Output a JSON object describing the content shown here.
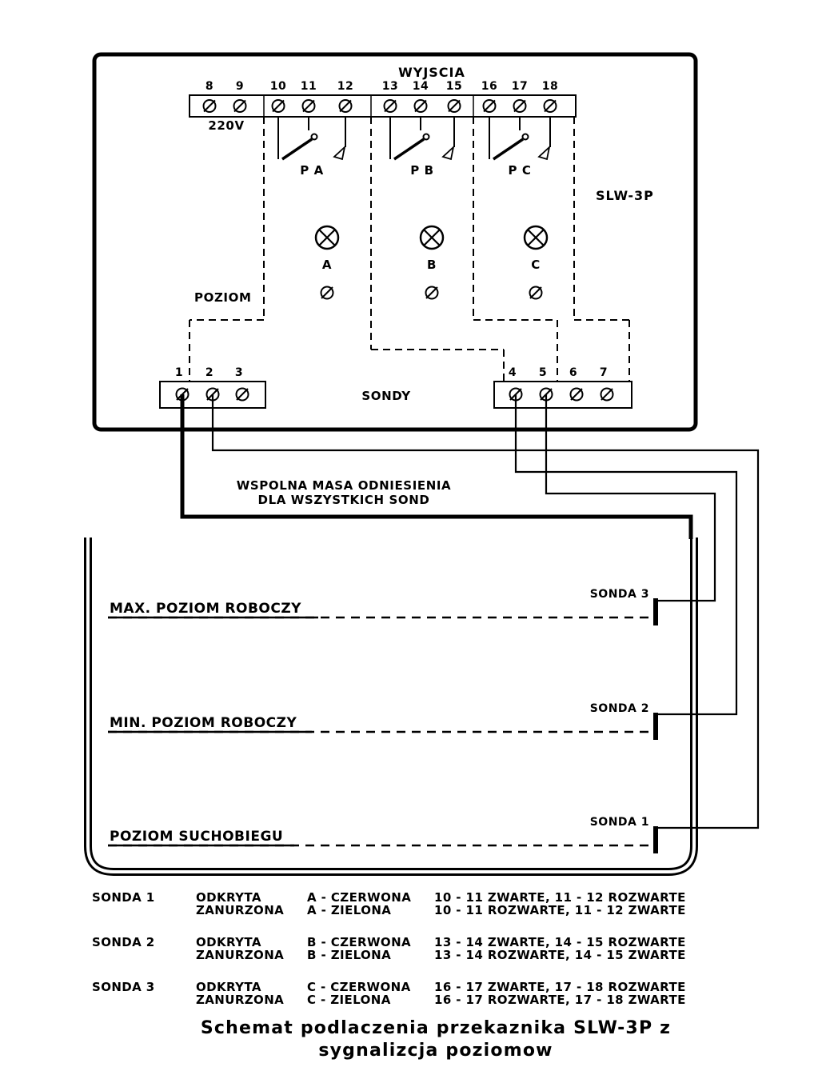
{
  "device": {
    "outputs_label": "WYJSCIA",
    "model_label": "SLW-3P",
    "voltage_label": "220V",
    "level_label": "POZIOM",
    "probes_label": "SONDY",
    "output_terminals": [
      "8",
      "9",
      "10",
      "11",
      "12",
      "13",
      "14",
      "15",
      "16",
      "17",
      "18"
    ],
    "relay_labels": [
      "P A",
      "P B",
      "P C"
    ],
    "lamp_labels": [
      "A",
      "B",
      "C"
    ],
    "probe_terminals_left": [
      "1",
      "2",
      "3"
    ],
    "probe_terminals_right": [
      "4",
      "5",
      "6",
      "7"
    ]
  },
  "wiring_note": {
    "line1": "WSPOLNA MASA ODNIESIENIA",
    "line2": "DLA WSZYSTKICH SOND"
  },
  "tank": {
    "levels": [
      {
        "label": "MAX. POZIOM ROBOCZY",
        "probe_label": "SONDA 3"
      },
      {
        "label": "MIN. POZIOM ROBOCZY",
        "probe_label": "SONDA 2"
      },
      {
        "label": "POZIOM SUCHOBIEGU",
        "probe_label": "SONDA 1"
      }
    ]
  },
  "legend": {
    "entries": [
      {
        "name": "SONDA 1",
        "state1": "ODKRYTA",
        "color1": "A - CZERWONA",
        "contacts1": "10 - 11 ZWARTE, 11 - 12 ROZWARTE",
        "state2": "ZANURZONA",
        "color2": "A - ZIELONA",
        "contacts2": "10 - 11 ROZWARTE, 11 - 12 ZWARTE"
      },
      {
        "name": "SONDA 2",
        "state1": "ODKRYTA",
        "color1": "B - CZERWONA",
        "contacts1": "13 - 14 ZWARTE, 14 - 15 ROZWARTE",
        "state2": "ZANURZONA",
        "color2": "B - ZIELONA",
        "contacts2": "13 - 14 ROZWARTE, 14 - 15 ZWARTE"
      },
      {
        "name": "SONDA 3",
        "state1": "ODKRYTA",
        "color1": "C - CZERWONA",
        "contacts1": "16 - 17 ZWARTE, 17 - 18 ROZWARTE",
        "state2": "ZANURZONA",
        "color2": "C - ZIELONA",
        "contacts2": "16 - 17 ROZWARTE, 17 - 18 ZWARTE"
      }
    ]
  },
  "caption": {
    "line1": "Schemat podlaczenia przekaznika SLW-3P z",
    "line2": "sygnalizcja poziomow"
  },
  "colors": {
    "line": "#000000",
    "background": "#ffffff"
  }
}
